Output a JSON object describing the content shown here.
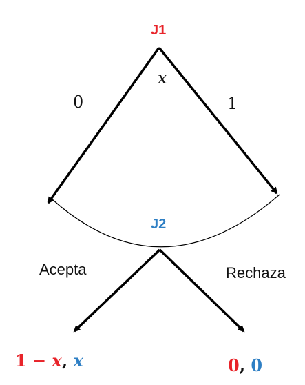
{
  "nodes": {
    "j1": {
      "label": "J1"
    },
    "j2": {
      "label": "J2"
    }
  },
  "offer_label": "x",
  "branches": {
    "left_offer": "0",
    "right_offer": "1",
    "accept": "Acepta",
    "reject": "Rechaza"
  },
  "payoffs": {
    "accept": {
      "p1": "1 − x",
      "sep": ",",
      "p2": "x"
    },
    "reject": {
      "p1": "0",
      "sep": ",",
      "p2": "0"
    }
  },
  "colors": {
    "player1": "#e8242a",
    "player2": "#2e7fc4",
    "line": "#000000"
  }
}
